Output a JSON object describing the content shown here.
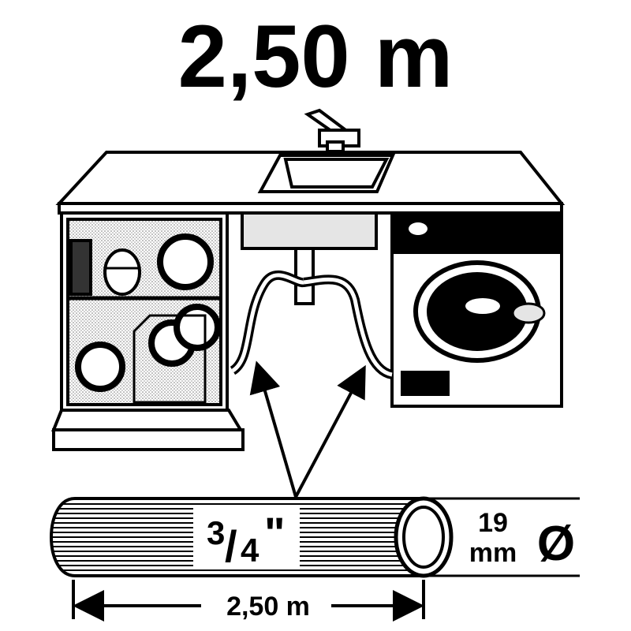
{
  "title": "2,50 m",
  "hose": {
    "size_whole": "3",
    "size_numerator": "/",
    "size_denominator": "4",
    "size_unit": "\"",
    "diameter_value": "19",
    "diameter_unit": "mm",
    "diameter_symbol": "Ø",
    "length_label": "2,50 m"
  },
  "colors": {
    "ink": "#000000",
    "paper": "#ffffff",
    "shade": "#d9d9d9"
  }
}
